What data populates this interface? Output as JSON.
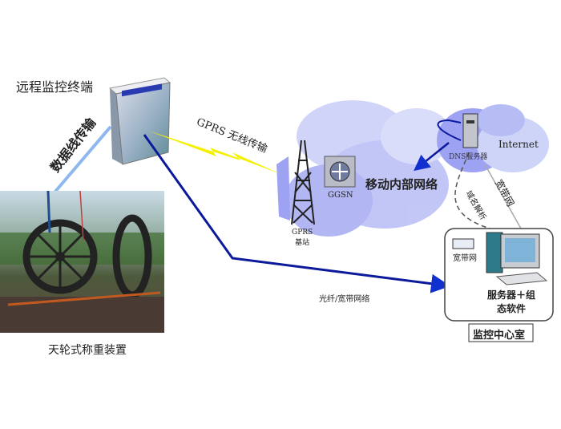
{
  "terminal_label": "远程监控终端",
  "data_line_label": "数据线传输",
  "gprs_link_label": "GPRS 无线传输",
  "device_label": "天轮式称重装置",
  "base_station_label": [
    "GPRS",
    "基站"
  ],
  "ggsn_label": "GGSN",
  "mobile_network_label": "移动内部网络",
  "dns_label": "DNS服务器",
  "internet_label": "Internet",
  "broadband_label": "宽带网",
  "dns_resolve_label": "域名解析",
  "fiber_label": "光纤/宽带网络",
  "center_broadband_label": "宽带网",
  "server_label": [
    "服务器＋组",
    "态软件"
  ],
  "center_title": "监控中心室",
  "colors": {
    "fiber_line": "#0a1a9a",
    "gprs_bolt": "#f4f000",
    "cloud": "#8e92f0",
    "data_line": "#8fb8ee"
  }
}
